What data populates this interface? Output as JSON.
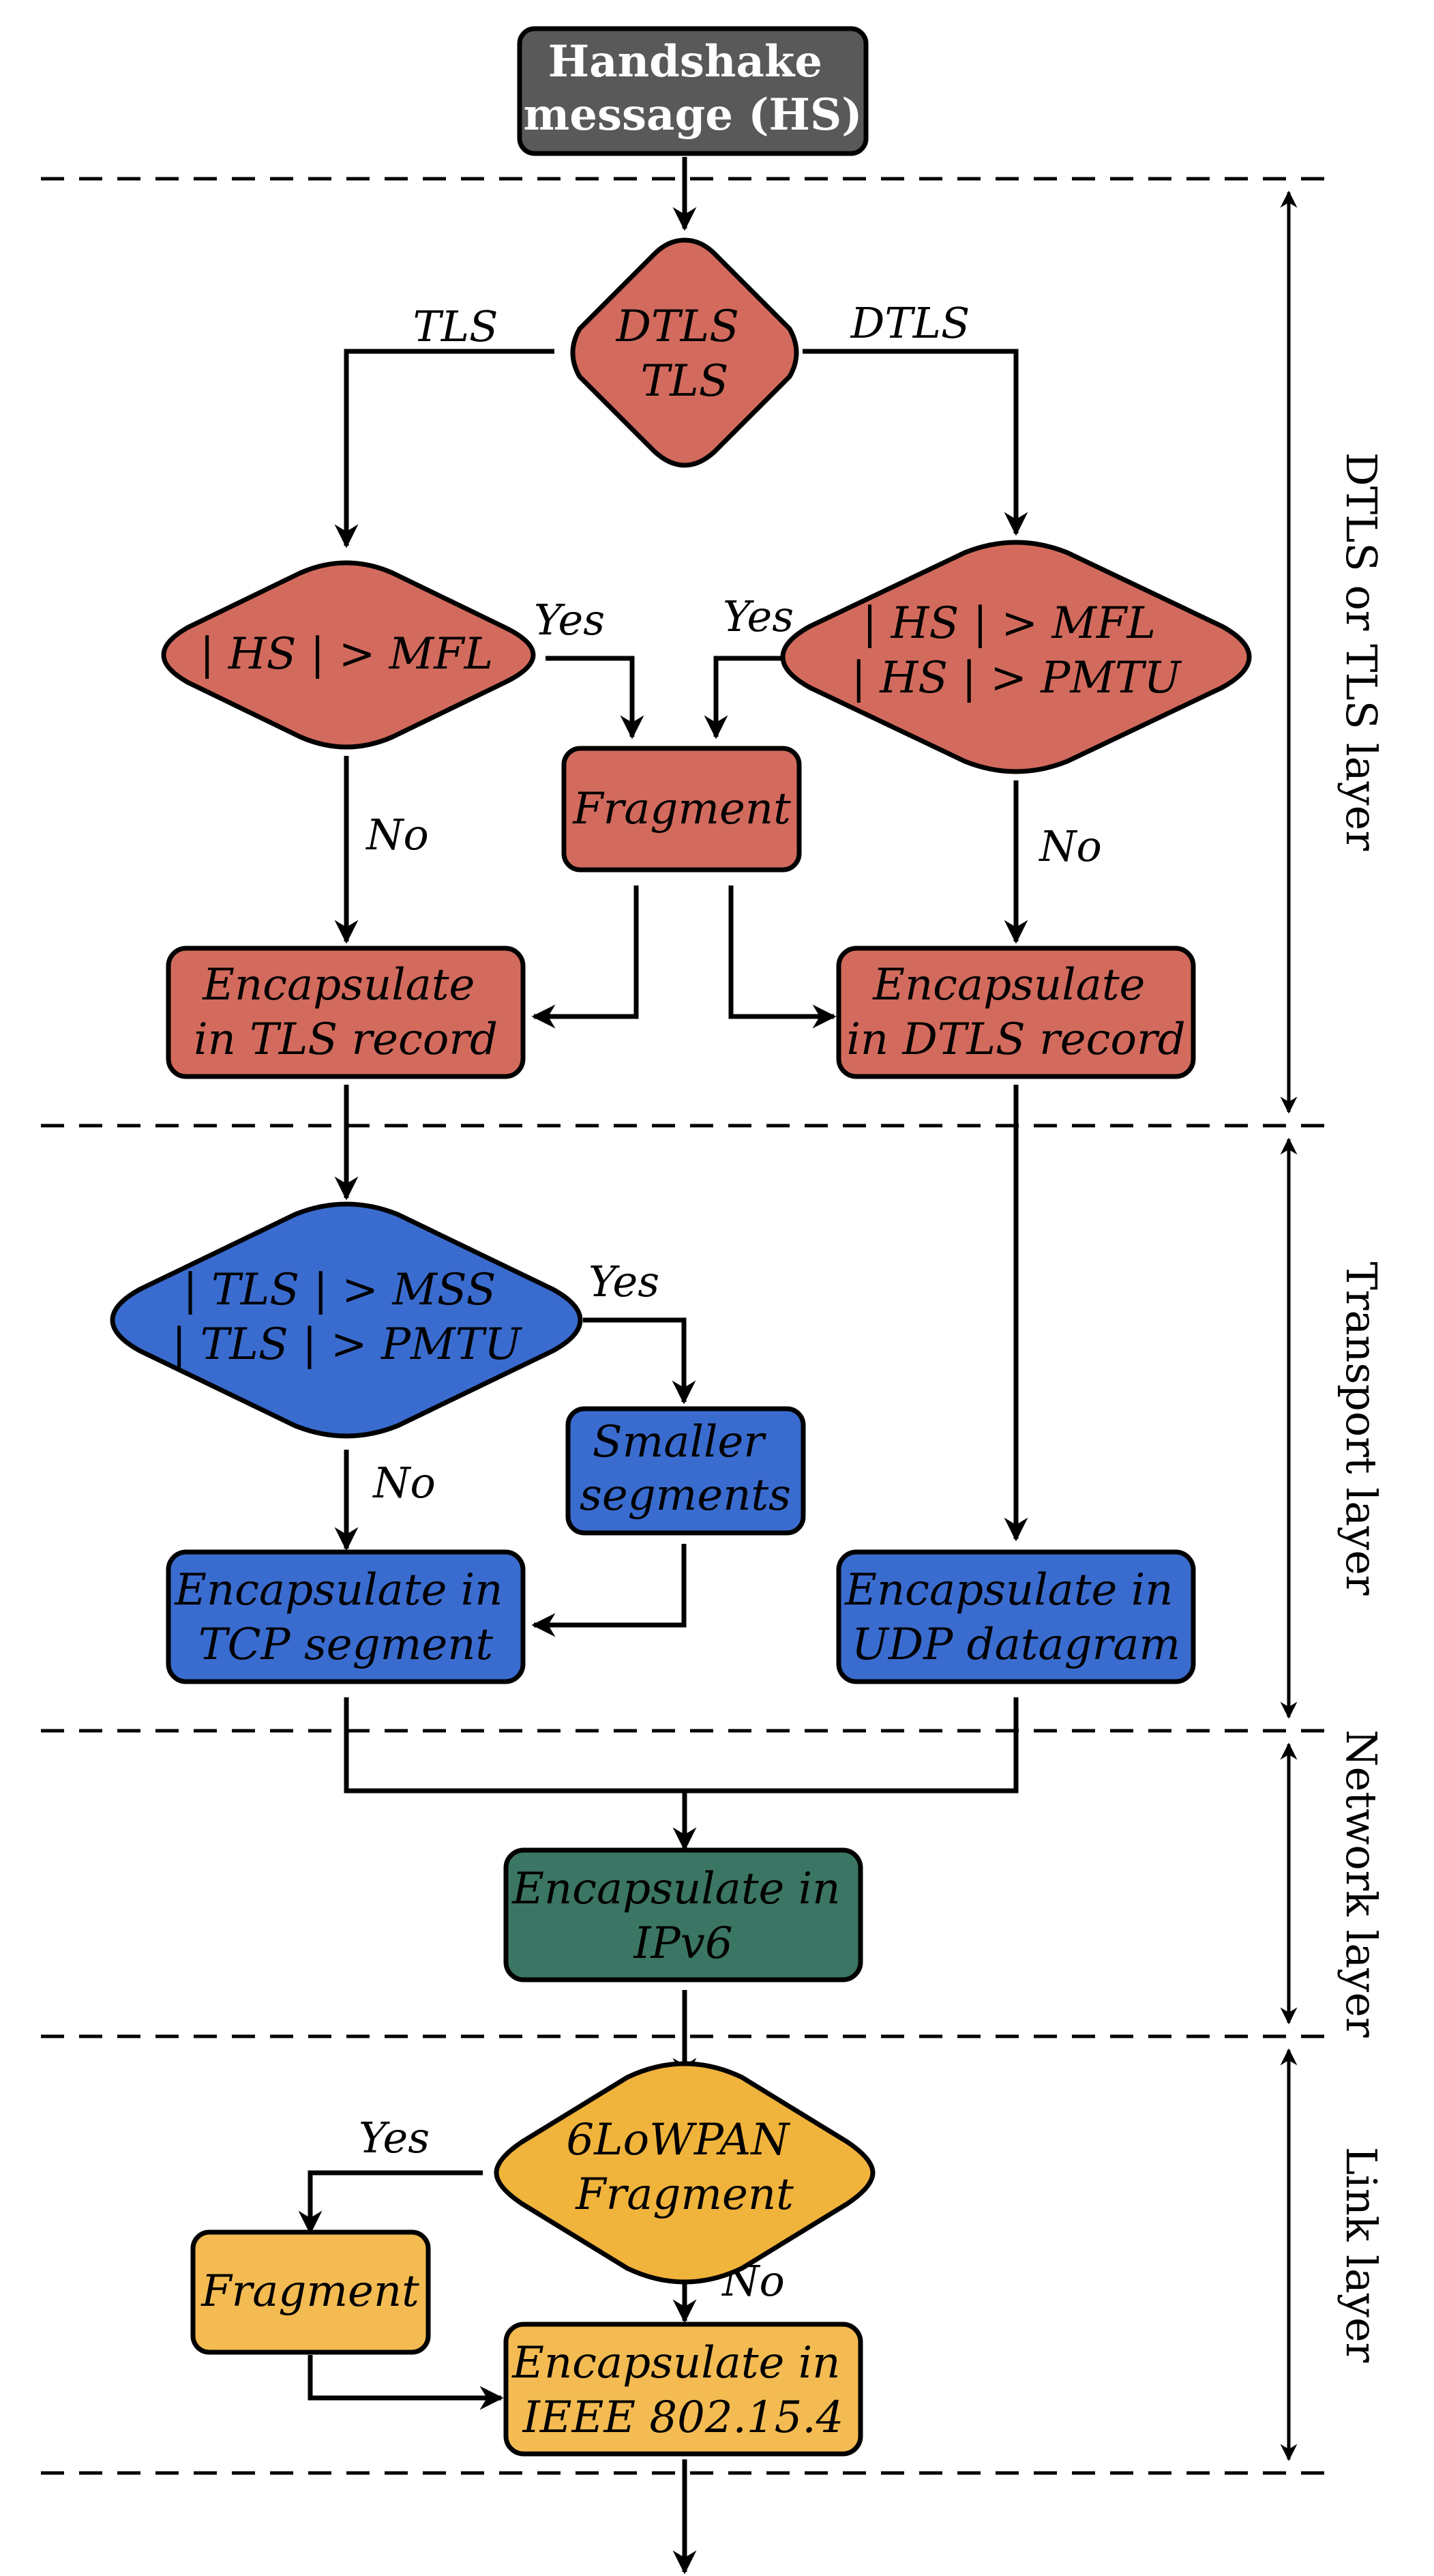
{
  "colors": {
    "start": "#595959",
    "tls_layer": "#d26b5d",
    "transport_layer": "#3a6ccf",
    "network_layer": "#3b7564",
    "link_layer_diamond": "#f0b33c",
    "link_layer_box": "#f3bb52"
  },
  "layers": {
    "dtls_tls": "DTLS or TLS layer",
    "transport": "Transport layer",
    "network": "Network layer",
    "link": "Link layer"
  },
  "nodes": {
    "start": [
      "Handshake",
      "message (HS)"
    ],
    "dtls_tls_decision": [
      "DTLS",
      "TLS"
    ],
    "hs_mfl_decision": [
      "| HS | > MFL"
    ],
    "hs_pmtu_decision": [
      "| HS | > MFL",
      "| HS | > PMTU"
    ],
    "fragment_hs": [
      "Fragment"
    ],
    "tls_record": [
      "Encapsulate",
      "in TLS record"
    ],
    "dtls_record": [
      "Encapsulate",
      "in DTLS record"
    ],
    "tls_mss_decision": [
      "| TLS | > MSS",
      "| TLS | > PMTU"
    ],
    "smaller_segments": [
      "Smaller",
      "segments"
    ],
    "tcp_segment": [
      "Encapsulate in",
      "TCP segment"
    ],
    "udp_datagram": [
      "Encapsulate in",
      "UDP datagram"
    ],
    "ipv6": [
      "Encapsulate in",
      "IPv6"
    ],
    "lowpan_decision": [
      "6LoWPAN",
      "Fragment"
    ],
    "fragment_link": [
      "Fragment"
    ],
    "ieee": [
      "Encapsulate in",
      "IEEE 802.15.4"
    ]
  },
  "edges": {
    "tls": "TLS",
    "dtls": "DTLS",
    "yes": "Yes",
    "no": "No"
  }
}
